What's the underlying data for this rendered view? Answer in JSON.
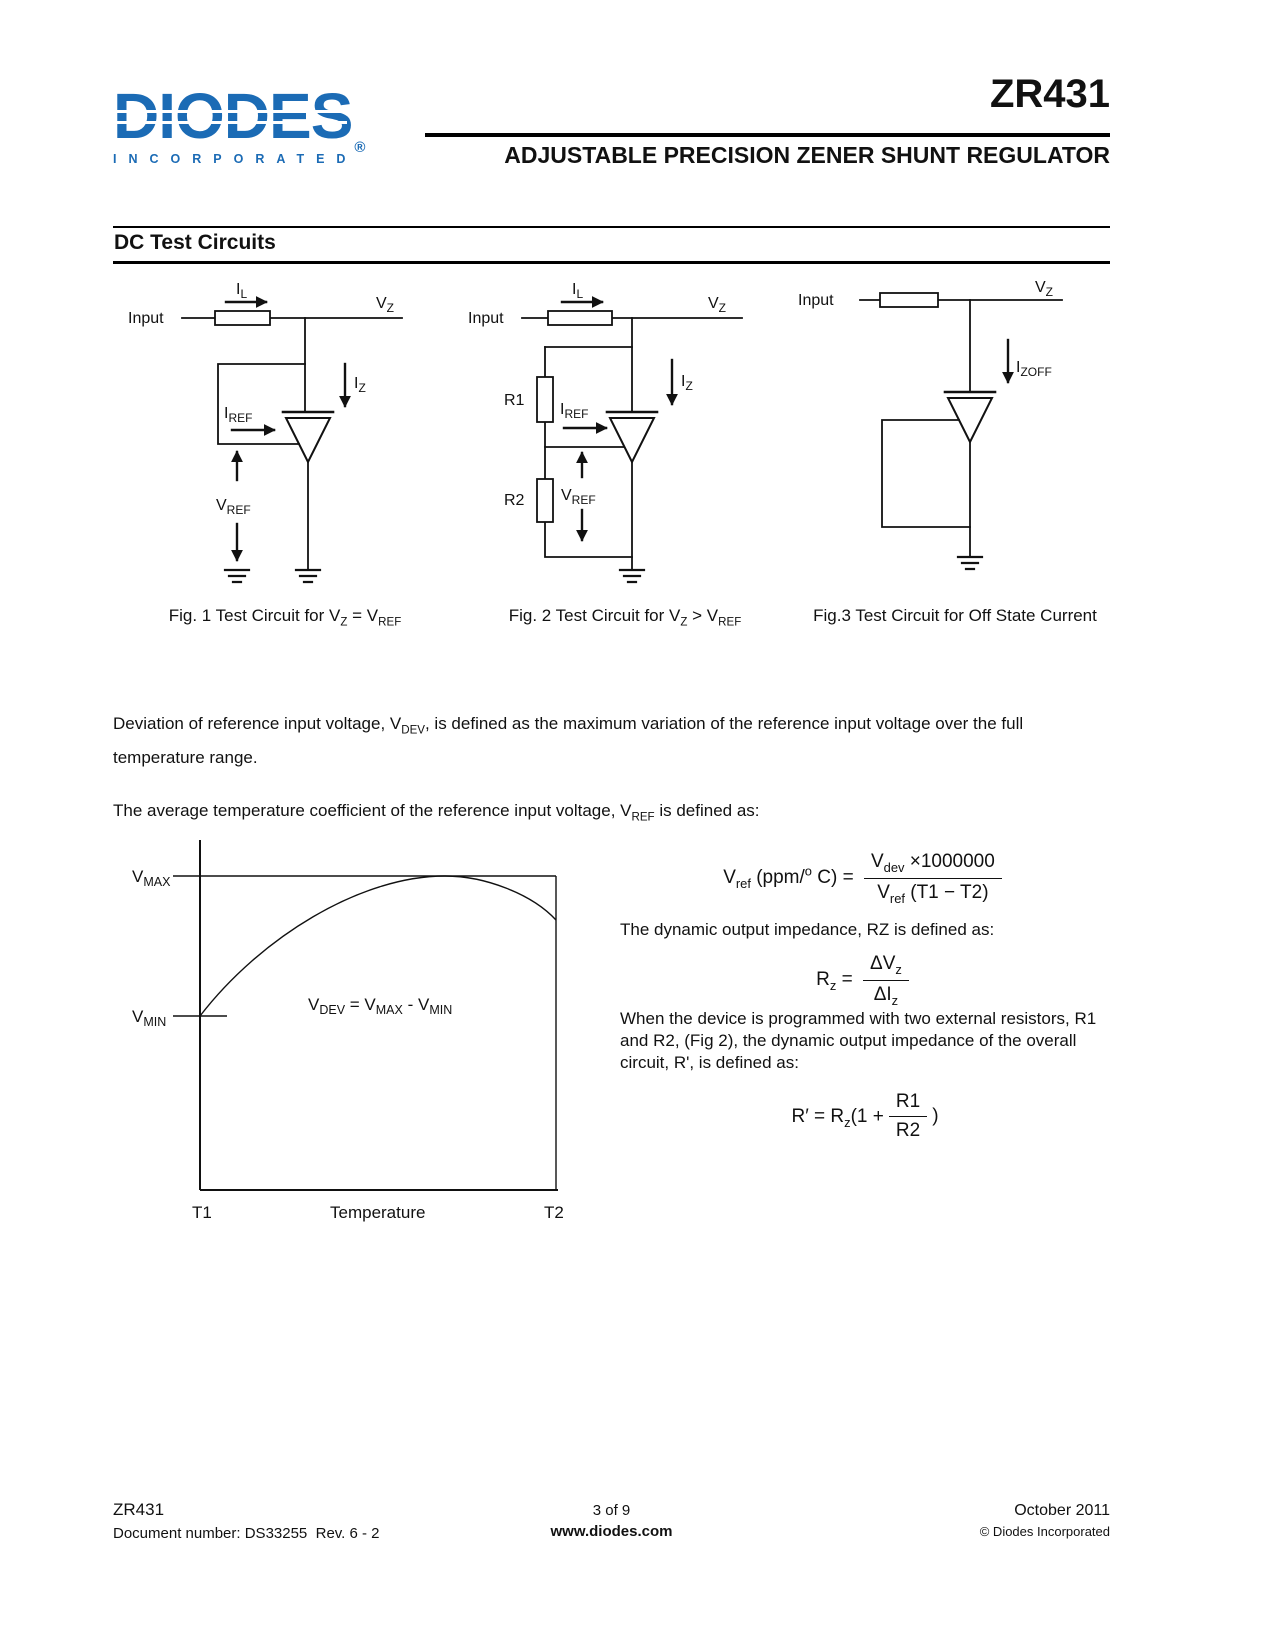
{
  "header": {
    "logo_text": "DIODES",
    "logo_sub": "INCORPORATED",
    "logo_reg": "®",
    "part": "ZR431",
    "subtitle": "ADJUSTABLE PRECISION ZENER SHUNT REGULATOR",
    "brand_blue": "#1b6bb5"
  },
  "section_title": "DC Test Circuits",
  "fig1": {
    "input": "Input",
    "il": [
      "I",
      "L"
    ],
    "vz": [
      "V",
      "Z"
    ],
    "iz": [
      "I",
      "Z"
    ],
    "iref": [
      "I",
      "REF"
    ],
    "vref": [
      "V",
      "REF"
    ],
    "caption": [
      "Fig. 1 Test Circuit for V",
      "Z",
      " = V",
      "REF"
    ]
  },
  "fig2": {
    "input": "Input",
    "il": [
      "I",
      "L"
    ],
    "vz": [
      "V",
      "Z"
    ],
    "iz": [
      "I",
      "Z"
    ],
    "iref": [
      "I",
      "REF"
    ],
    "vref": [
      "V",
      "REF"
    ],
    "r1": "R1",
    "r2": "R2",
    "caption": [
      "Fig. 2 Test Circuit for V",
      "Z",
      " > V",
      "REF"
    ]
  },
  "fig3": {
    "input": "Input",
    "vz": [
      "V",
      "Z"
    ],
    "izoff": [
      "I",
      "ZOFF"
    ],
    "caption": "Fig.3 Test Circuit for Off State Current"
  },
  "paragraphs": {
    "p1": [
      "Deviation of reference input voltage, V",
      "DEV",
      ", is defined as the maximum variation of the reference input voltage over the full temperature range."
    ],
    "p2": [
      "The average temperature coefficient of the reference input voltage, V",
      "REF",
      " is defined as:"
    ]
  },
  "graph": {
    "vmax": [
      "V",
      "MAX"
    ],
    "vmin": [
      "V",
      "MIN"
    ],
    "vdev_label": [
      "V",
      "DEV",
      " = V",
      "MAX",
      " - V",
      "MIN"
    ],
    "t1": "T1",
    "xlabel": "Temperature",
    "t2": "T2"
  },
  "formulas": {
    "f1": {
      "lhs": [
        "V",
        "ref",
        " (ppm/",
        "o",
        " C) = "
      ],
      "num": [
        "V",
        "dev",
        " ×1000000"
      ],
      "den": [
        "V",
        "ref",
        " (T1 − T2)"
      ]
    },
    "impedance_text": "The dynamic output impedance, RZ is defined as:",
    "f2": {
      "lhs": [
        "R",
        "z",
        " = "
      ],
      "num": [
        "ΔV",
        "z"
      ],
      "den": [
        "ΔI",
        "z"
      ]
    },
    "programmed_text": "When the device is programmed with two external resistors, R1 and R2, (Fig 2), the dynamic output impedance of the overall circuit, R', is defined as:",
    "f3": {
      "pre": [
        "R′ = R",
        "z",
        "(1 +"
      ],
      "num": "R1",
      "den": "R2",
      "close": ")"
    }
  },
  "footer": {
    "part": "ZR431",
    "doc_number": "Document number: DS33255  Rev. 6 - 2",
    "page": "3 of 9",
    "website": "www.diodes.com",
    "date": "October 2011",
    "copyright": "© Diodes Incorporated"
  }
}
